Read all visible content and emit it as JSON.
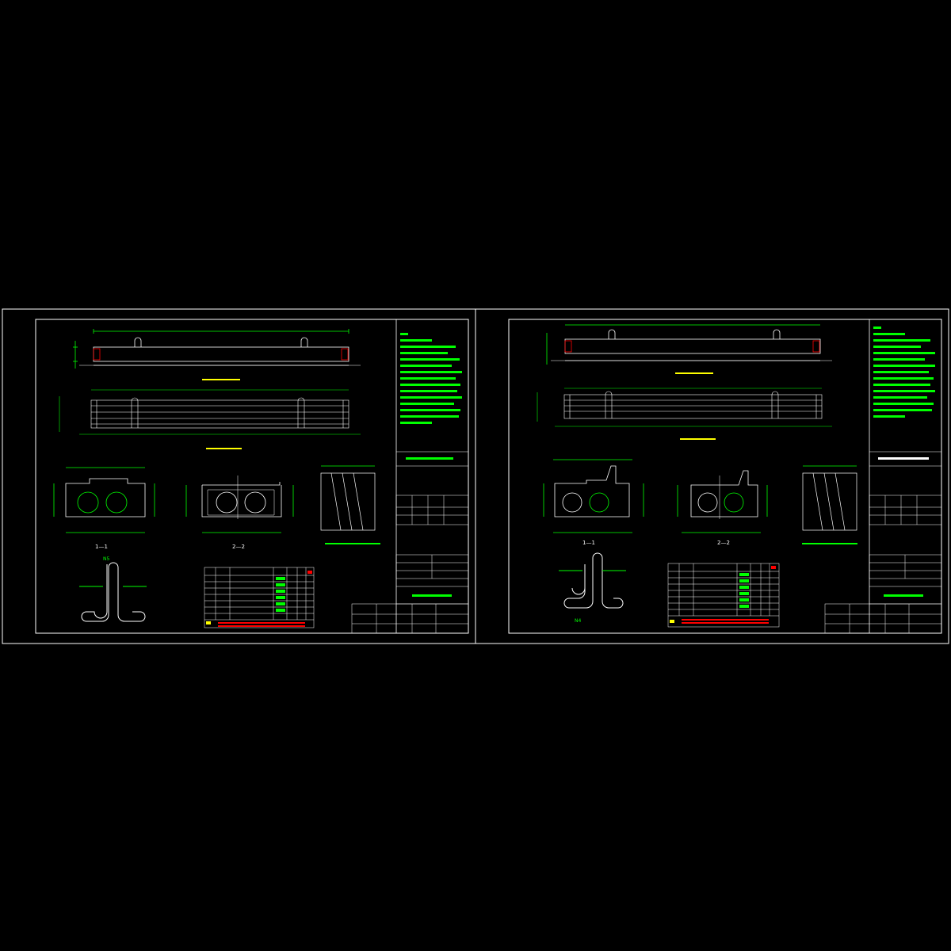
{
  "colors": {
    "background": "#000000",
    "frame": "#ffffff",
    "linework": "#00ff00",
    "dimension": "#00ff00",
    "notes": "#00ff00",
    "highlight": "#ff0000",
    "marker": "#ffff00",
    "rebar": "#ffffff"
  },
  "sheets": [
    {
      "name": "sheet-left",
      "title_block_caption": "",
      "section_labels": [
        "1—1",
        "2—2"
      ],
      "detail_label": "N5",
      "table_rows": 8
    },
    {
      "name": "sheet-right",
      "title_block_caption": "",
      "section_labels": [
        "1—1",
        "2—2"
      ],
      "detail_label": "N4",
      "table_rows": 8
    }
  ]
}
